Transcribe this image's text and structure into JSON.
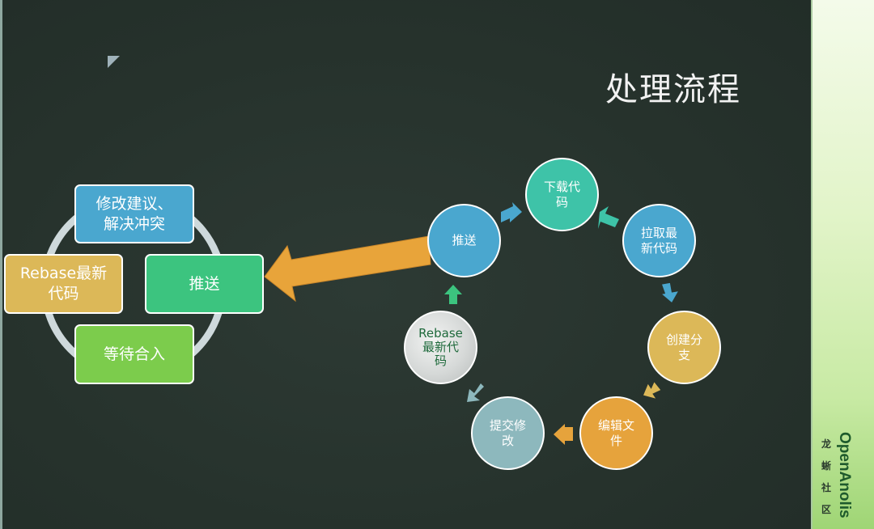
{
  "title": "处理流程",
  "colors": {
    "background": "#26322c",
    "blue": "#4aa7cf",
    "green": "#3cc47f",
    "yellow": "#dcb858",
    "lime": "#7ccc4c",
    "teal": "#3ec3a8",
    "orange": "#e6a33c",
    "grayblue": "#8db8bd",
    "marble": "#d6d9d8",
    "arrow_orange": "#e8a43a"
  },
  "left_cycle": {
    "items": [
      {
        "text": "修改建议、\n解决冲突",
        "color": "#4aa7cf"
      },
      {
        "text": "推送",
        "color": "#3cc47f"
      },
      {
        "text": "等待合入",
        "color": "#7ccc4c"
      },
      {
        "text": "Rebase最新\n代码",
        "color": "#dcb858"
      }
    ]
  },
  "right_cycle": {
    "items": [
      {
        "text": "下载代\n码",
        "color": "#3ec3a8"
      },
      {
        "text": "拉取最\n新代码",
        "color": "#4aa7cf"
      },
      {
        "text": "创建分\n支",
        "color": "#dcb858"
      },
      {
        "text": "编辑文\n件",
        "color": "#e6a33c"
      },
      {
        "text": "提交修\n改",
        "color": "#8db8bd"
      },
      {
        "text": "Rebase\n最新代\n码",
        "color": "#d6d9d8"
      },
      {
        "text": "推送",
        "color": "#4aa7cf"
      }
    ]
  },
  "brand": {
    "name": "OpenAnolis",
    "cn": "龙蜥社区"
  }
}
